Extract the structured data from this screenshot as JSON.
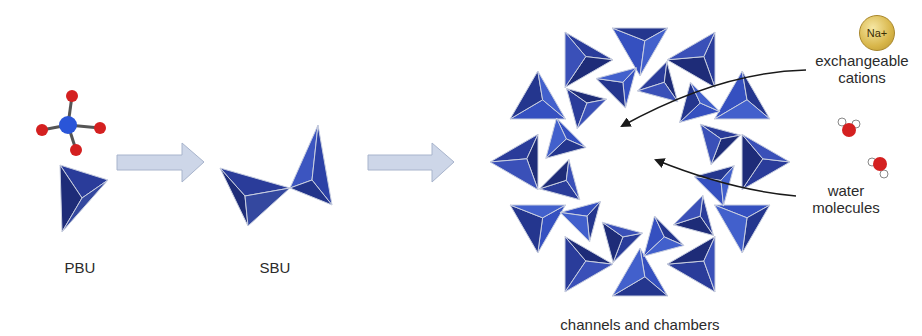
{
  "diagram": {
    "nodes": [
      {
        "text": [
          "Na+"
        ]
      }
    ],
    "labels": [
      "PBU",
      "SBU",
      "channels and chambers",
      "exchangeable cations",
      "water molecules"
    ]
  }
}
